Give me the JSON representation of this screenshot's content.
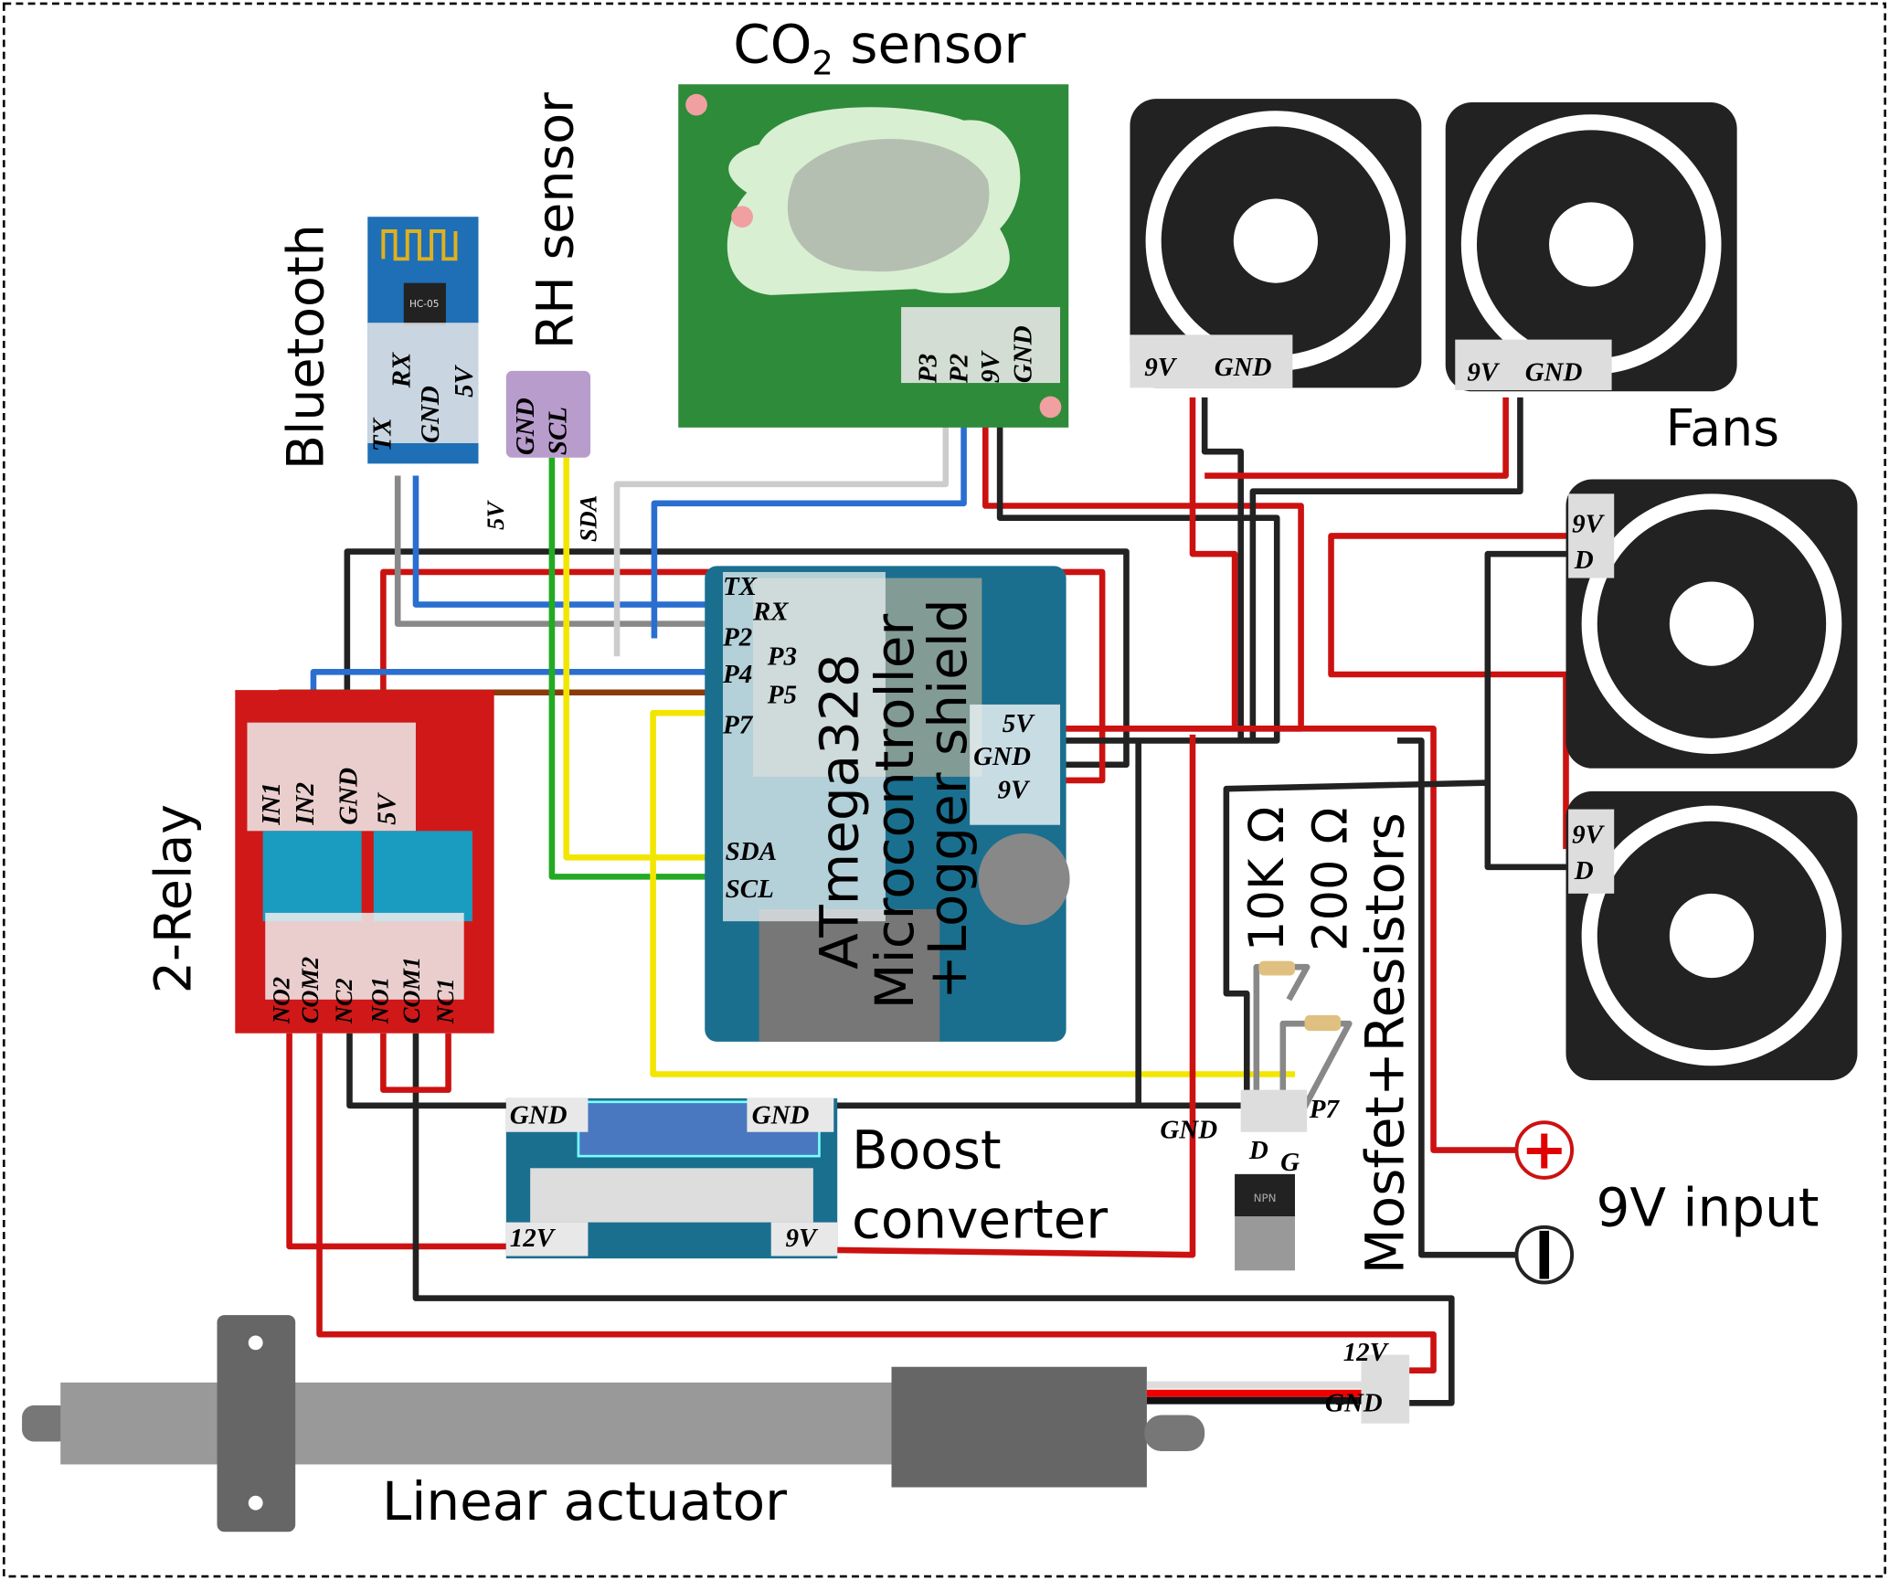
{
  "colors": {
    "co2_board": "#2e8b3a",
    "bluetooth_board": "#1e6fb5",
    "rh_board": "#b89ccc",
    "relay_board": "#d01818",
    "arduino_board": "#1a6f8f",
    "boost_board": "#1a6f8f",
    "fan": "#222222",
    "wire_power": "#cc1111",
    "wire_ground": "#222222",
    "input_plus": "#e00000"
  },
  "co2": {
    "title_main": "CO",
    "title_sub": "2",
    "title_rest": " sensor",
    "pins": [
      "P3",
      "P2",
      "9V",
      "GND"
    ]
  },
  "bluetooth": {
    "title": "Bluetooth",
    "module": "HC-05",
    "pins": [
      "TX",
      "RX",
      "GND",
      "5V"
    ]
  },
  "rh": {
    "title": "RH sensor",
    "pins": [
      "GND",
      "SCL"
    ]
  },
  "wire_labels": {
    "five_v": "5V",
    "sda": "SDA"
  },
  "fans": {
    "title": "Fans",
    "top_pins": [
      "9V",
      "GND"
    ],
    "side_pins": [
      "9V",
      "D"
    ]
  },
  "relay": {
    "title": "2-Relay",
    "input_pins": [
      "IN1",
      "IN2",
      "GND",
      "5V"
    ],
    "output_pins": [
      "NO2",
      "COM2",
      "NC2",
      "NO1",
      "COM1",
      "NC1"
    ]
  },
  "arduino": {
    "line1": "ATmega328",
    "line2": "Microcontroller",
    "line3": "+Logger shield",
    "left_pins": [
      "TX",
      "RX",
      "P2",
      "P3",
      "P4",
      "P5",
      "P7",
      "SDA",
      "SCL"
    ],
    "right_pins": [
      "5V",
      "GND",
      "9V"
    ]
  },
  "boost": {
    "line1": "Boost",
    "line2": "converter",
    "pins": [
      "GND",
      "GND",
      "12V",
      "9V"
    ]
  },
  "mosfet": {
    "title": "Mosfet+Resistors",
    "r1": "10K Ω",
    "r2": "200 Ω",
    "pins": [
      "GND",
      "D",
      "G",
      "P7"
    ],
    "chip": "NPN"
  },
  "power_input": {
    "label": "9V input",
    "plus": "+",
    "minus": "−"
  },
  "actuator": {
    "title": "Linear actuator",
    "pins": [
      "12V",
      "GND"
    ]
  }
}
